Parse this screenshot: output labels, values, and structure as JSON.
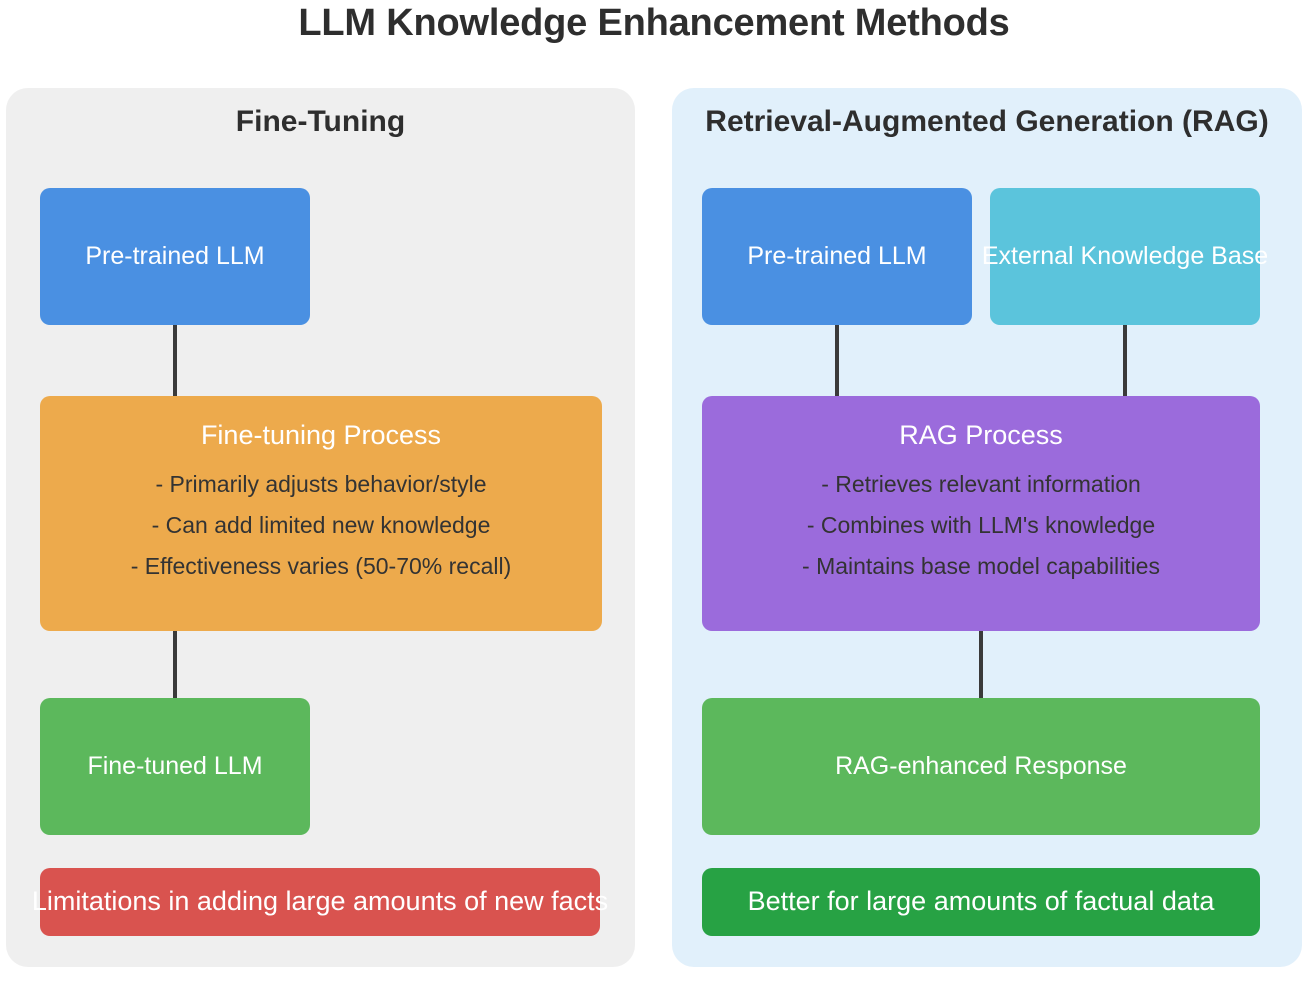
{
  "title": "LLM Knowledge Enhancement Methods",
  "panels": {
    "fine_tuning": {
      "heading": "Fine-Tuning",
      "background_color": "#efefef",
      "nodes": {
        "pretrained": {
          "label": "Pre-trained LLM",
          "color": "#4a90e2"
        },
        "process": {
          "title": "Fine-tuning Process",
          "color": "#edaa4c",
          "bullets": [
            "- Primarily adjusts behavior/style",
            "- Can add limited new knowledge",
            "- Effectiveness varies (50-70% recall)"
          ]
        },
        "result": {
          "label": "Fine-tuned LLM",
          "color": "#5cb85c"
        },
        "callout": {
          "label": "Limitations in adding large amounts of new facts",
          "color": "#d9534f"
        }
      }
    },
    "rag": {
      "heading": "Retrieval-Augmented Generation (RAG)",
      "background_color": "#e1f0fb",
      "nodes": {
        "pretrained": {
          "label": "Pre-trained LLM",
          "color": "#4a90e2"
        },
        "knowledge_base": {
          "label": "External Knowledge Base",
          "color": "#5bc4dc"
        },
        "process": {
          "title": "RAG Process",
          "color": "#9b6bdc",
          "bullets": [
            "- Retrieves relevant information",
            "- Combines with LLM's knowledge",
            "- Maintains base model capabilities"
          ]
        },
        "result": {
          "label": "RAG-enhanced Response",
          "color": "#5cb85c"
        },
        "callout": {
          "label": "Better for large amounts of factual data",
          "color": "#27a244"
        }
      }
    }
  },
  "connector_color": "#3a3a3a",
  "title_color": "#2e2e2e"
}
